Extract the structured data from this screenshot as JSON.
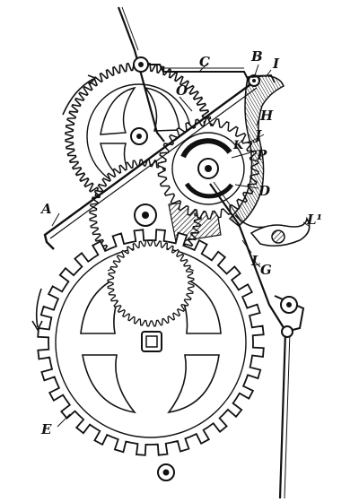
{
  "figure": {
    "ink_color": "#111111",
    "background_color": "#ffffff",
    "labels": {
      "A": "A",
      "B": "B",
      "C": "C",
      "D": "D",
      "E": "E",
      "G": "G",
      "H": "H",
      "I": "I",
      "J": "J",
      "K": "K",
      "L": "L",
      "L1": "L¹",
      "O": "O",
      "P": "P"
    }
  }
}
